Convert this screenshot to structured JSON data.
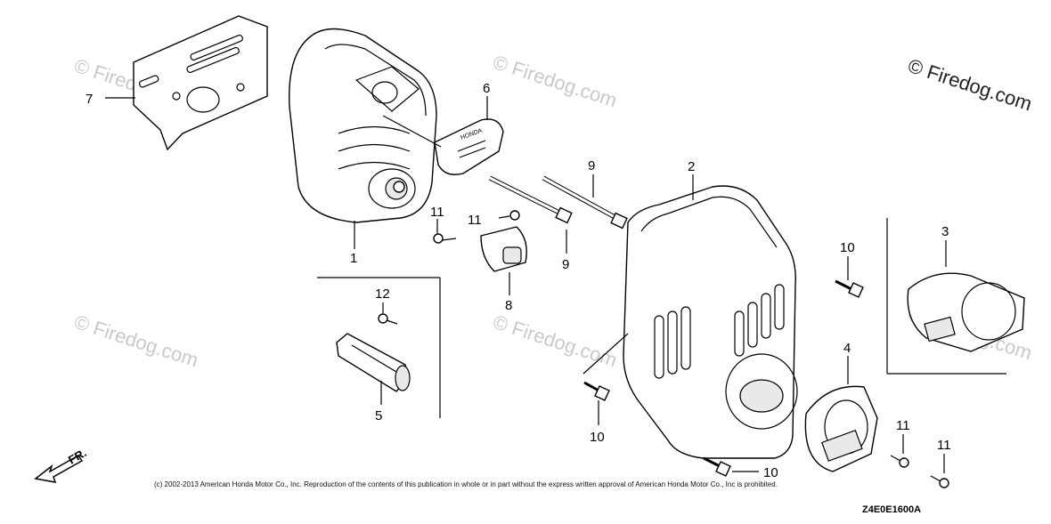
{
  "watermark_main": "© Firedog.com",
  "watermark_faint": "© Firedog.com",
  "copyright": "(c) 2002-2013 American Honda Motor Co., Inc. Reproduction of the contents of this publication in whole or in part without the express written approval of American Honda Motor Co., Inc is prohibited.",
  "diagram_code": "Z4E0E1600A",
  "front_arrow_label": "FR.",
  "honda_plate_text": "HONDA",
  "callouts": {
    "c1": "1",
    "c2": "2",
    "c3": "3",
    "c4": "4",
    "c5": "5",
    "c6": "6",
    "c7": "7",
    "c8": "8",
    "c9a": "9",
    "c9b": "9",
    "c10a": "10",
    "c10b": "10",
    "c10c": "10",
    "c11a": "11",
    "c11b": "11",
    "c11c": "11",
    "c11d": "11",
    "c12": "12"
  }
}
